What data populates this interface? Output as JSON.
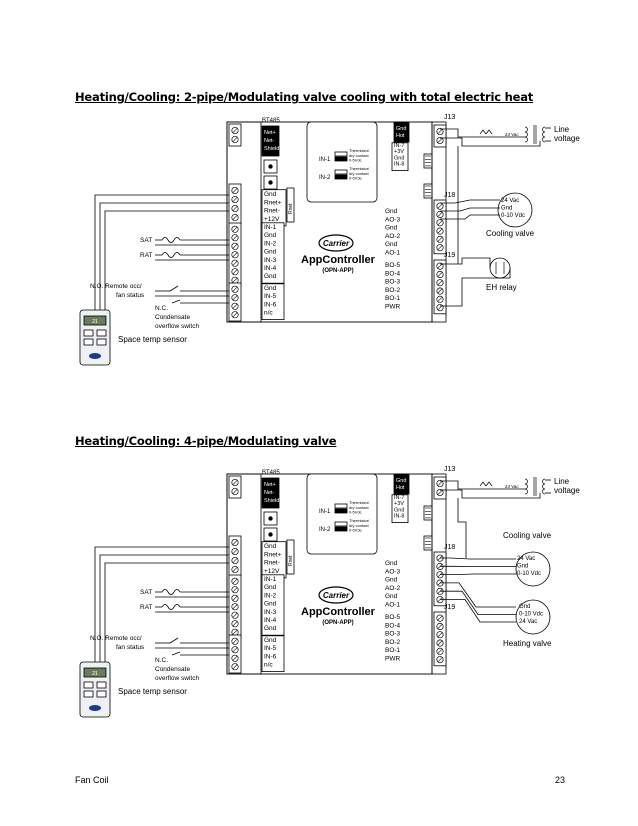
{
  "diagrams": [
    {
      "title": "Heating/Cooling:  2-pipe/Modulating valve cooling with total electric heat",
      "valves": [
        {
          "name": "Cooling valve",
          "terminals": [
            "24 Vac",
            "Gnd",
            "0-10 Vdc"
          ]
        }
      ],
      "relay": "EH relay"
    },
    {
      "title": "Heating/Cooling:  4-pipe/Modulating valve",
      "valves": [
        {
          "name": "Cooling valve",
          "terminals": [
            "24 Vac",
            "Gnd",
            "0-10 Vdc"
          ]
        },
        {
          "name": "Heating valve",
          "terminals": [
            "Gnd",
            "0-10 Vdc",
            "24 Vac"
          ]
        }
      ]
    }
  ],
  "common": {
    "bt485": "BT485",
    "bt485_pins": [
      "Net+",
      "Net-",
      "Shield"
    ],
    "rnet_block": [
      "Gnd",
      "Rnet+",
      "Rnet-",
      "+12V"
    ],
    "rnet_side": "Rnet",
    "in_block_a": [
      "IN-1",
      "Gnd",
      "IN-2",
      "Gnd",
      "IN-3",
      "IN-4",
      "Gnd"
    ],
    "in_block_b": [
      "Gnd",
      "IN-5",
      "IN-6",
      "n/c"
    ],
    "sat": "SAT",
    "rat": "RAT",
    "no_label": "N.O. Remote occ/",
    "fan_status": "fan status",
    "nc_label": "N.C.",
    "condensate_1": "Condensate",
    "condensate_2": "overflow switch",
    "sensor_label": "Space temp sensor",
    "sensor_value": "21",
    "in1": "IN-1",
    "in2": "IN-2",
    "in_opts": [
      "Thermistor/",
      "dry contact",
      "0-5Vdc"
    ],
    "gnd_hot": [
      "Gnd",
      "Hot"
    ],
    "in7_block": [
      "IN-7",
      "+3V",
      "Gnd",
      "IN-8"
    ],
    "ao_block": [
      "Gnd",
      "AO-3",
      "Gnd",
      "AO-2",
      "Gnd",
      "AO-1"
    ],
    "bo_block": [
      "BO-5",
      "BO-4",
      "BO-3",
      "BO-2",
      "BO-1",
      "PWR"
    ],
    "brand": "Carrier",
    "product": "AppController",
    "model": "(OPN-APP)",
    "j13": "J13",
    "j18": "J18",
    "j19": "J19",
    "vac_24": "24 Vac",
    "line_1": "Line",
    "line_2": "voltage"
  },
  "footer": {
    "left": "Fan Coil",
    "page": "23"
  }
}
